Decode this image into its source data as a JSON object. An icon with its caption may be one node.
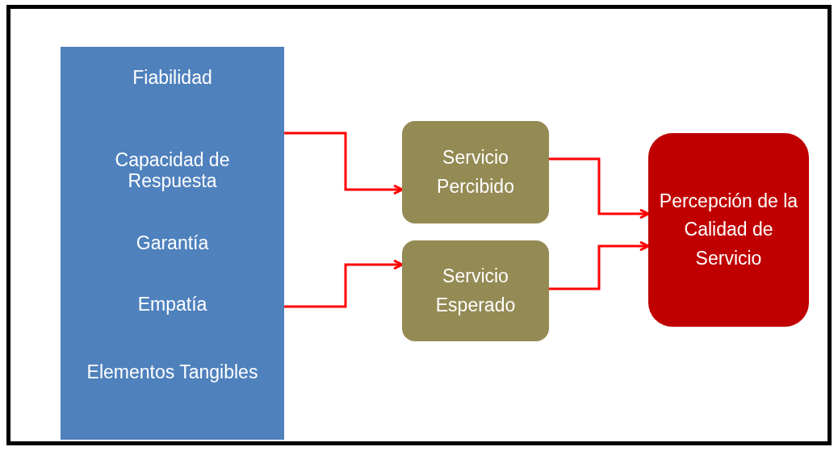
{
  "diagram": {
    "nodes": [
      {
        "text": [
          "Fiabilidad",
          "Capacidad de Respuesta",
          "Garantía",
          "Empatía",
          "Elementos Tangibles"
        ]
      },
      {
        "text": [
          "Servicio Percibido"
        ]
      },
      {
        "text": [
          "Servicio Esperado"
        ]
      },
      {
        "text": [
          "Percepción de la Calidad de Servicio"
        ]
      }
    ],
    "edges": [
      {
        "from": 0,
        "to": 1,
        "arrow": "to"
      },
      {
        "from": 0,
        "to": 2,
        "arrow": "to"
      },
      {
        "from": 1,
        "to": 3,
        "arrow": "to"
      },
      {
        "from": 2,
        "to": 3,
        "arrow": "to"
      }
    ]
  }
}
